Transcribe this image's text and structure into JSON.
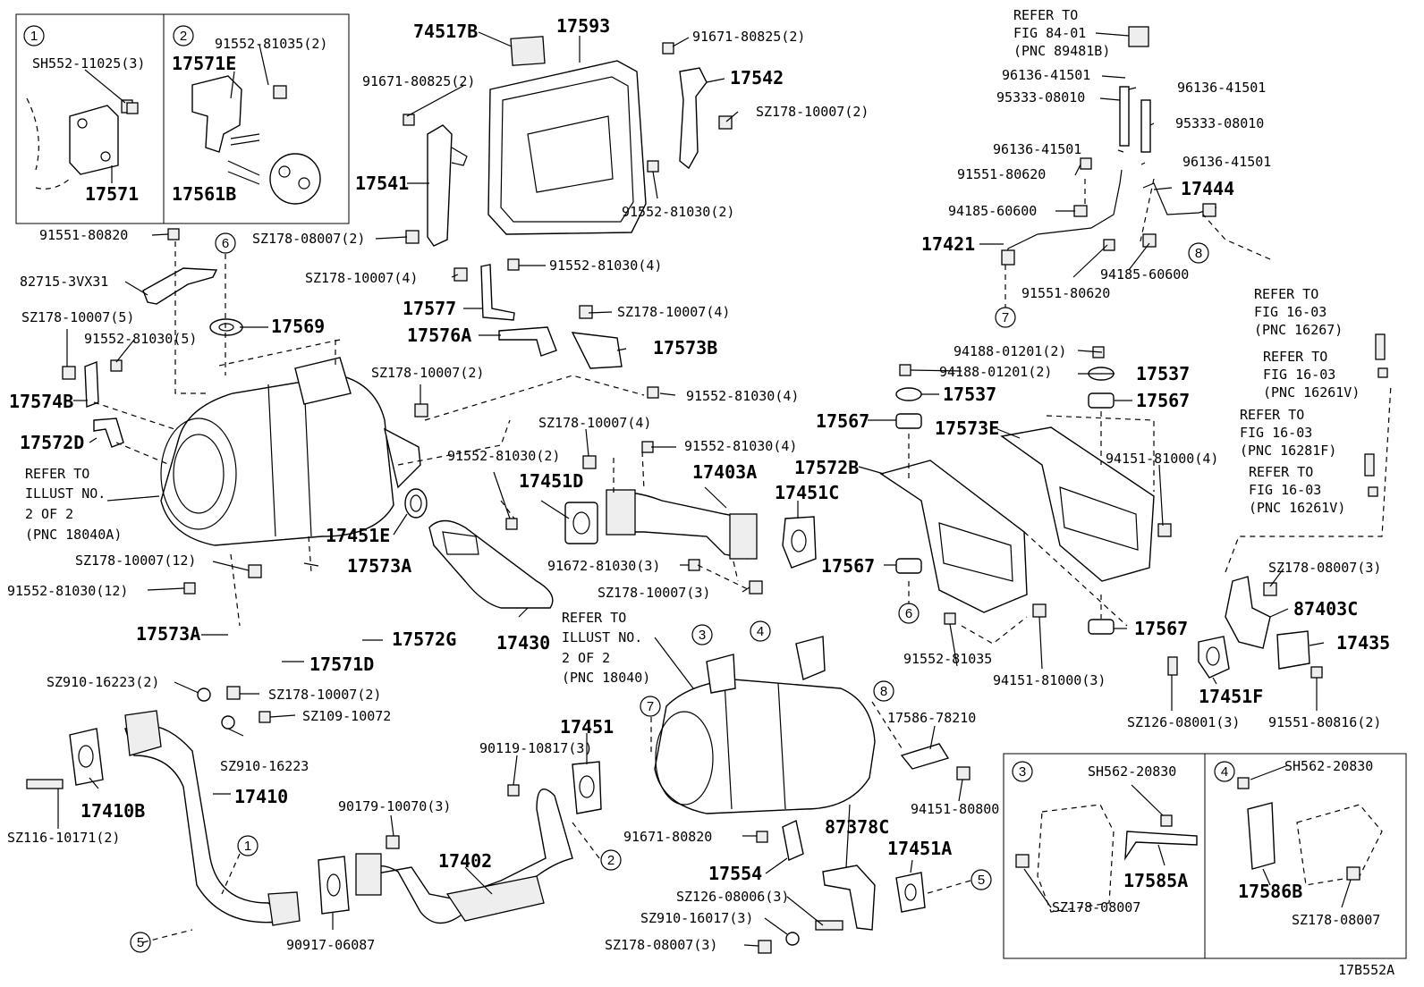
{
  "figure_code": "17B552A",
  "callouts": {
    "c1": "1",
    "c2": "2",
    "c3": "3",
    "c4": "4",
    "c5": "5",
    "c6": "6",
    "c7": "7",
    "c8": "8"
  },
  "labels": {
    "sh552_11025_3": "SH552-11025(3)",
    "p17571": "17571",
    "p91552_81035_2": "91552-81035(2)",
    "p17571e": "17571E",
    "p17561b": "17561B",
    "p74517b": "74517B",
    "p17593": "17593",
    "p91671_80825_2a": "91671-80825(2)",
    "p91671_80825_2b": "91671-80825(2)",
    "p17542": "17542",
    "sz178_10007_2a": "SZ178-10007(2)",
    "p17541": "17541",
    "p91552_81030_2a": "91552-81030(2)",
    "sz178_08007_2a": "SZ178-08007(2)",
    "refer_84_01": "REFER TO",
    "refer_84_01b": "FIG 84-01",
    "refer_84_01c": "(PNC 89481B)",
    "p96136_41501a": "96136-41501",
    "p96136_41501b": "96136-41501",
    "p95333_08010a": "95333-08010",
    "p95333_08010b": "95333-08010",
    "p96136_41501c": "96136-41501",
    "p96136_41501d": "96136-41501",
    "p91551_80620a": "91551-80620",
    "p17444": "17444",
    "p94185_60600a": "94185-60600",
    "p17421": "17421",
    "p94185_60600b": "94185-60600",
    "p91551_80620b": "91551-80620",
    "p91551_80820": "91551-80820",
    "p82715_3vx31": "82715-3VX31",
    "sz178_10007_4a": "SZ178-10007(4)",
    "p91552_81030_4a": "91552-81030(4)",
    "p17577": "17577",
    "sz178_10007_4b": "SZ178-10007(4)",
    "p17576a": "17576A",
    "p17573b": "17573B",
    "sz178_10007_5": "SZ178-10007(5)",
    "p91552_81030_5": "91552-81030(5)",
    "p17569": "17569",
    "sz178_10007_2b": "SZ178-10007(2)",
    "p91552_81030_4b": "91552-81030(4)",
    "p17574b": "17574B",
    "p17572d": "17572D",
    "refer_illust_a1": "REFER TO",
    "refer_illust_a2": "ILLUST NO.",
    "refer_illust_a3": "2 OF 2",
    "refer_illust_a4": "(PNC 18040A)",
    "sz178_10007_4c": "SZ178-10007(4)",
    "p91552_81030_4c": "91552-81030(4)",
    "p91552_81030_2b": "91552-81030(2)",
    "p17451d": "17451D",
    "p17403a": "17403A",
    "p17451e": "17451E",
    "p94188_01201_2a": "94188-01201(2)",
    "p94188_01201_2b": "94188-01201(2)",
    "p17537a": "17537",
    "p17537b": "17537",
    "p17567a": "17567",
    "p17567b": "17567",
    "p17573e": "17573E",
    "p17572b": "17572B",
    "p17451c": "17451C",
    "p94151_81000_4": "94151-81000(4)",
    "refer_16267a": "REFER TO",
    "refer_16267b": "FIG 16-03",
    "refer_16267c": "(PNC 16267)",
    "refer_16261va": "REFER TO",
    "refer_16261vb": "FIG 16-03",
    "refer_16261vc": "(PNC 16261V)",
    "refer_16281fa": "REFER TO",
    "refer_16281fb": "FIG 16-03",
    "refer_16281fc": "(PNC 16281F)",
    "refer_16261v2a": "REFER TO",
    "refer_16261v2b": "FIG 16-03",
    "refer_16261v2c": "(PNC 16261V)",
    "sz178_10007_12": "SZ178-10007(12)",
    "p17573a_a": "17573A",
    "p91552_81030_12": "91552-81030(12)",
    "p17573a_b": "17573A",
    "p17572g": "17572G",
    "p17571d": "17571D",
    "p17430": "17430",
    "p91672_81030_3": "91672-81030(3)",
    "sz178_10007_3": "SZ178-10007(3)",
    "p17567c": "17567",
    "p17567d": "17567",
    "sz178_08007_3a": "SZ178-08007(3)",
    "p87403c": "87403C",
    "p17435": "17435",
    "refer_illust_b1": "REFER TO",
    "refer_illust_b2": "ILLUST NO.",
    "refer_illust_b3": "2 OF 2",
    "refer_illust_b4": "(PNC 18040)",
    "p91552_81035": "91552-81035",
    "p94151_81000_3": "94151-81000(3)",
    "p17451f": "17451F",
    "sz126_08001_3": "SZ126-08001(3)",
    "p91551_80816_2": "91551-80816(2)",
    "sz910_16223_2": "SZ910-16223(2)",
    "sz178_10007_2c": "SZ178-10007(2)",
    "sz109_10072": "SZ109-10072",
    "sz910_16223": "SZ910-16223",
    "p17410": "17410",
    "p17410b": "17410B",
    "sz116_10171_2": "SZ116-10171(2)",
    "p90119_10817_3": "90119-10817(3)",
    "p17451": "17451",
    "p17586_78210": "17586-78210",
    "p94151_80800": "94151-80800",
    "p90179_10070_3": "90179-10070(3)",
    "p17402": "17402",
    "p91671_80820": "91671-80820",
    "p87378c": "87378C",
    "p17554": "17554",
    "p17451a": "17451A",
    "sz126_08006_3": "SZ126-08006(3)",
    "sz910_16017_3": "SZ910-16017(3)",
    "sz178_08007_3b": "SZ178-08007(3)",
    "p90917_06087": "90917-06087",
    "sh562_20830a": "SH562-20830",
    "sh562_20830b": "SH562-20830",
    "sz178_08007a": "SZ178-08007",
    "p17585a": "17585A",
    "p17586b": "17586B",
    "sz178_08007b": "SZ178-08007"
  }
}
